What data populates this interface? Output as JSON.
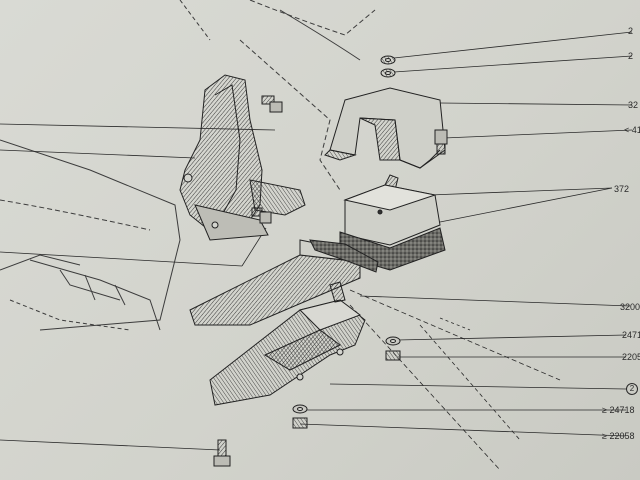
{
  "callouts": {
    "c1": "2",
    "c2": "2",
    "c3": "32",
    "c4": "< 41",
    "c5": "372",
    "c6": "3200",
    "c7": "2471",
    "c8": "2205",
    "c9": "2",
    "c10": "≥ 24718",
    "c11": "≥ 22058"
  },
  "colors": {
    "paper": "#d4d5cf",
    "ink": "#2a2a2a",
    "hatch": "#3a3a3a"
  }
}
